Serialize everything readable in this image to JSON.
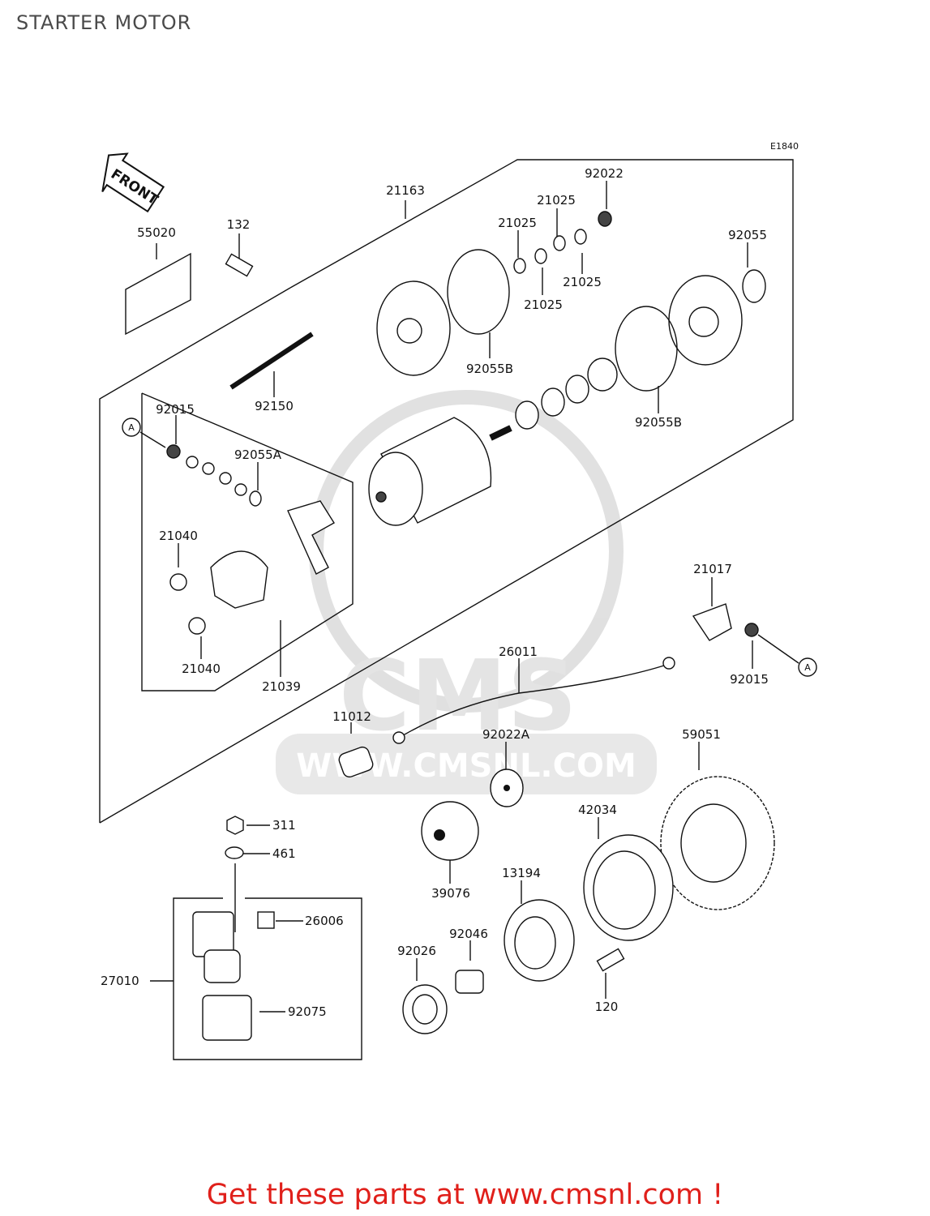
{
  "page": {
    "title": "STARTER MOTOR"
  },
  "diagram": {
    "code": "E1840",
    "front_arrow_label": "FRONT",
    "reference_marker": "A",
    "watermark": {
      "logo_text": "CMS",
      "url_text": "WWW.CMSNL.COM"
    },
    "part_numbers": {
      "p21163": "21163",
      "p92022": "92022",
      "p21025a": "21025",
      "p21025b": "21025",
      "p21025c": "21025",
      "p21025d": "21025",
      "p92055": "92055",
      "p55020": "55020",
      "p132": "132",
      "p92055b_top": "92055B",
      "p92055b_right": "92055B",
      "p92150": "92150",
      "p92015_left": "92015",
      "p92055a": "92055A",
      "p21040_top": "21040",
      "p21040_bottom": "21040",
      "p21039": "21039",
      "p21017": "21017",
      "p26011": "26011",
      "p92015_right": "92015",
      "p11012": "11012",
      "p92022a": "92022A",
      "p59051": "59051",
      "p311": "311",
      "p461": "461",
      "p42034": "42034",
      "p39076": "39076",
      "p13194": "13194",
      "p26006": "26006",
      "p92046": "92046",
      "p92026": "92026",
      "p27010": "27010",
      "p92075": "92075",
      "p120": "120"
    }
  },
  "footer": {
    "text": "Get these parts at www.cmsnl.com !"
  }
}
